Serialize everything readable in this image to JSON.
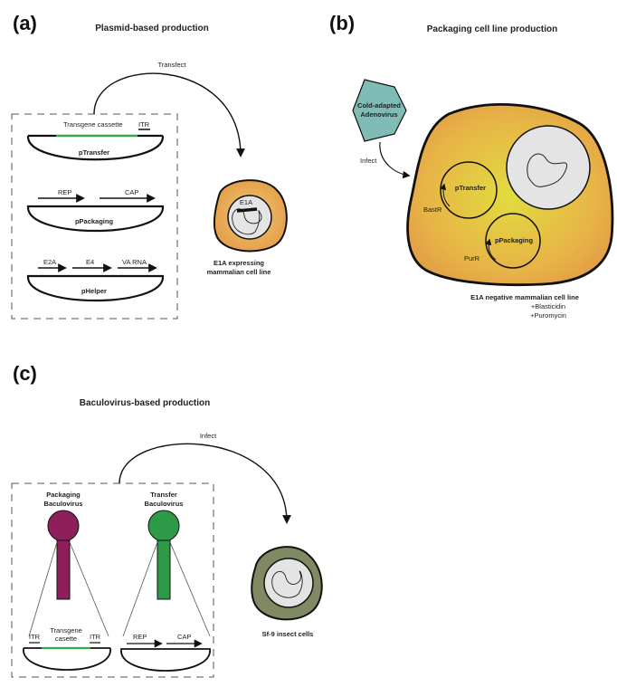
{
  "panel_a": {
    "letter": "(a)",
    "title": "Plasmid-based production",
    "arrow_label": "Transfect",
    "plasmids": [
      {
        "name": "pTransfer",
        "labels": [
          "Transgene cassette",
          "ITR"
        ]
      },
      {
        "name": "pPackaging",
        "labels": [
          "REP",
          "CAP"
        ]
      },
      {
        "name": "pHelper",
        "labels": [
          "E2A",
          "E4",
          "VA RNA"
        ]
      }
    ],
    "cell_gene": "E1A",
    "cell_caption_1": "E1A expressing",
    "cell_caption_2": "mammalian cell line"
  },
  "panel_b": {
    "letter": "(b)",
    "title": "Packaging cell line production",
    "virus_line_1": "Cold-adapted",
    "virus_line_2": "Adenovirus",
    "arrow_label": "Infect",
    "plasmid_1": "pTransfer",
    "plasmid_1_marker": "BastR",
    "plasmid_2": "pPackaging",
    "plasmid_2_marker": "PurR",
    "caption_1": "E1A negative mammalian cell line",
    "caption_2": "+Blasticidin",
    "caption_3": "+Puromycin"
  },
  "panel_c": {
    "letter": "(c)",
    "title": "Baculovirus-based production",
    "arrow_label": "Infect",
    "virus_1_line_1": "Packaging",
    "virus_1_line_2": "Baculovirus",
    "virus_2_line_1": "Transfer",
    "virus_2_line_2": "Baculovirus",
    "itr_left": "ITR",
    "cassette_line_1": "Transgene",
    "cassette_line_2": "casette",
    "itr_right": "ITR",
    "rep_label": "REP",
    "cap_label": "CAP",
    "cell_caption": "Sf-9 insect cells"
  },
  "colors": {
    "transgene_green": "#3aa64a",
    "hexagon_teal": "#7ebcb5",
    "cell_orange": "#e9a24a",
    "cell_glow": "#e2dc3e",
    "baculo_magenta": "#8e1e5c",
    "baculo_green": "#2e9a47",
    "insect_cell_olive": "#7f8a63",
    "nucleus_grey": "#e4e4e4"
  }
}
